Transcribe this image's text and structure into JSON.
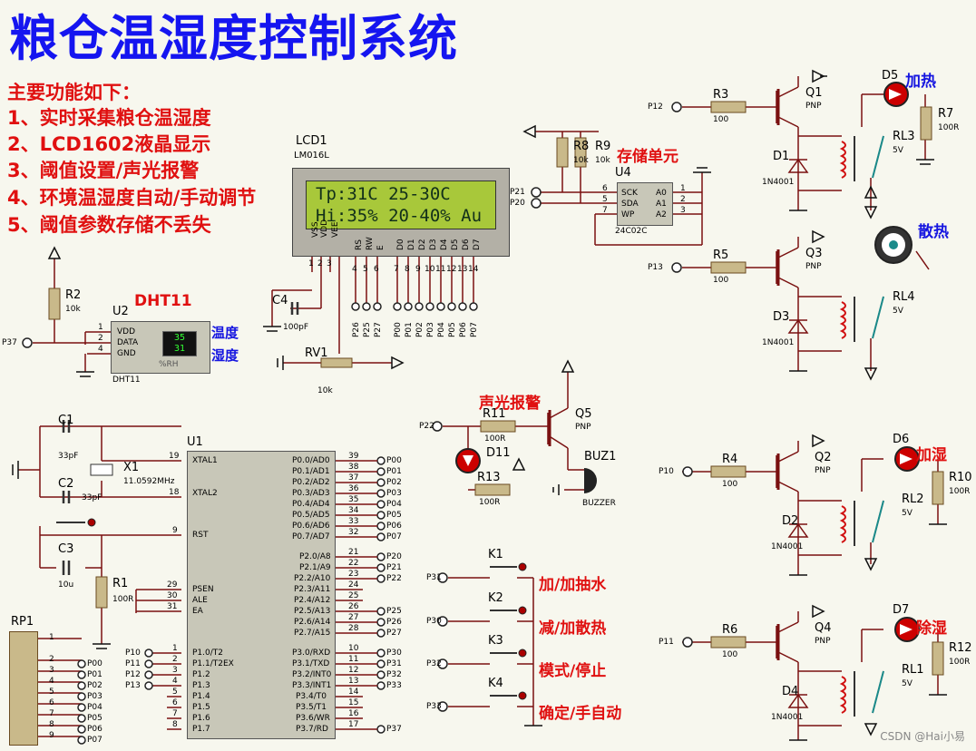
{
  "title": "粮仓温湿度控制系统",
  "features_heading": "主要功能如下：",
  "features": [
    "1、实时采集粮仓温湿度",
    "2、LCD1602液晶显示",
    "3、阈值设置/声光报警",
    "4、环境温湿度自动/手动调节",
    "5、阈值参数存储不丢失"
  ],
  "lcd": {
    "ref": "LCD1",
    "model": "LM016L",
    "line1": "Tp:31C 25-30C",
    "line2": "Hi:35% 20-40% Au",
    "pins": [
      "VSS",
      "VDD",
      "VEE",
      "RS",
      "RW",
      "E",
      "D0",
      "D1",
      "D2",
      "D3",
      "D4",
      "D5",
      "D6",
      "D7"
    ],
    "pin_nums": [
      "1",
      "2",
      "3",
      "4",
      "5",
      "6",
      "7",
      "8",
      "9",
      "10",
      "11",
      "12",
      "13",
      "14"
    ],
    "rs_nets": [
      "P26",
      "P25",
      "P27"
    ],
    "data_nets": [
      "P00",
      "P01",
      "P02",
      "P03",
      "P04",
      "P05",
      "P06",
      "P07"
    ],
    "c4": "C4",
    "c4_val": "100pF",
    "rv1": "RV1",
    "rv1_val": "10k"
  },
  "dht11": {
    "label": "DHT11",
    "ref": "U2",
    "pins": [
      "VDD",
      "DATA",
      "GND"
    ],
    "pin_nums": [
      "1",
      "2",
      "4"
    ],
    "temp": "35",
    "hum": "31",
    "rh": "%RH",
    "name": "DHT11",
    "net": "P37",
    "r2": "R2",
    "r2_val": "10k",
    "temp_label": "温度",
    "hum_label": "湿度"
  },
  "storage": {
    "label": "存储单元",
    "ref": "U4",
    "model": "24C02C",
    "left_pins": [
      "SCK",
      "SDA",
      "WP"
    ],
    "left_nums": [
      "6",
      "5",
      "7"
    ],
    "right_pins": [
      "A0",
      "A1",
      "A2"
    ],
    "right_nums": [
      "1",
      "2",
      "3"
    ],
    "nets": [
      "P21",
      "P20"
    ],
    "r8": "R8",
    "r8_val": "10k",
    "r9": "R9",
    "r9_val": "10k"
  },
  "mcu": {
    "ref": "U1",
    "left_pins": [
      "XTAL1",
      "XTAL2",
      "RST",
      "PSEN",
      "ALE",
      "EA",
      "P1.0/T2",
      "P1.1/T2EX",
      "P1.2",
      "P1.3",
      "P1.4",
      "P1.5",
      "P1.6",
      "P1.7"
    ],
    "left_nums": [
      "19",
      "18",
      "9",
      "29",
      "30",
      "31",
      "1",
      "2",
      "3",
      "4",
      "5",
      "6",
      "7",
      "8"
    ],
    "right_pins": [
      "P0.0/AD0",
      "P0.1/AD1",
      "P0.2/AD2",
      "P0.3/AD3",
      "P0.4/AD4",
      "P0.5/AD5",
      "P0.6/AD6",
      "P0.7/AD7",
      "P2.0/A8",
      "P2.1/A9",
      "P2.2/A10",
      "P2.3/A11",
      "P2.4/A12",
      "P2.5/A13",
      "P2.6/A14",
      "P2.7/A15",
      "P3.0/RXD",
      "P3.1/TXD",
      "P3.2/INT0",
      "P3.3/INT1",
      "P3.4/T0",
      "P3.5/T1",
      "P3.6/WR",
      "P3.7/RD"
    ],
    "right_nums": [
      "39",
      "38",
      "37",
      "36",
      "35",
      "34",
      "33",
      "32",
      "21",
      "22",
      "23",
      "24",
      "25",
      "26",
      "27",
      "28",
      "10",
      "11",
      "12",
      "13",
      "14",
      "15",
      "16",
      "17"
    ],
    "right_nets": [
      "P00",
      "P01",
      "P02",
      "P03",
      "P04",
      "P05",
      "P06",
      "P07",
      "P20",
      "P21",
      "P22",
      "",
      "P25",
      "P26",
      "P27",
      "",
      "P30",
      "P31",
      "P32",
      "P33",
      "",
      "",
      "",
      "P37"
    ],
    "left_nets": [
      "P10",
      "P11",
      "P12",
      "P13"
    ]
  },
  "clock": {
    "c1": "C1",
    "c1_val": "33pF",
    "c2": "C2",
    "c2_val": "33pF",
    "x1": "X1",
    "x1_val": "11.0592MHz",
    "c3": "C3",
    "c3_val": "10u",
    "r1": "R1",
    "r1_val": "100R"
  },
  "rp1": {
    "ref": "RP1",
    "pin_nums": [
      "1",
      "2",
      "3",
      "4",
      "5",
      "6",
      "7",
      "8",
      "9"
    ],
    "nets": [
      "P00",
      "P01",
      "P02",
      "P03",
      "P04",
      "P05",
      "P06",
      "P07"
    ]
  },
  "alarm": {
    "label": "声光报警",
    "net": "P22",
    "r11": "R11",
    "r11_val": "100R",
    "r13": "R13",
    "r13_val": "100R",
    "d11": "D11",
    "q5": "Q5",
    "q5_type": "PNP",
    "buz": "BUZ1",
    "buz_model": "BUZZER"
  },
  "keys": [
    {
      "ref": "K1",
      "net": "P31",
      "label": "加/加抽水"
    },
    {
      "ref": "K2",
      "net": "P30",
      "label": "减/加散热"
    },
    {
      "ref": "K3",
      "net": "P32",
      "label": "模式/停止"
    },
    {
      "ref": "K4",
      "net": "P33",
      "label": "确定/手自动"
    }
  ],
  "drivers": [
    {
      "net": "P12",
      "r": "R3",
      "r_val": "100",
      "q": "Q1",
      "d": "D1",
      "d_model": "1N4001",
      "led": "D5",
      "led_label": "加热",
      "rl": "RL3",
      "rl_v": "5V",
      "rl_r": "R7",
      "rl_r_val": "100R"
    },
    {
      "net": "P13",
      "r": "R5",
      "r_val": "100",
      "q": "Q3",
      "d": "D3",
      "d_model": "1N4001",
      "led": "",
      "led_label": "散热",
      "rl": "RL4",
      "rl_v": "5V",
      "rl_r": "",
      "rl_r_val": ""
    },
    {
      "net": "P10",
      "r": "R4",
      "r_val": "100",
      "q": "Q2",
      "d": "D2",
      "d_model": "1N4001",
      "led": "D6",
      "led_label": "加湿",
      "rl": "RL2",
      "rl_v": "5V",
      "rl_r": "R10",
      "rl_r_val": "100R"
    },
    {
      "net": "P11",
      "r": "R6",
      "r_val": "100",
      "q": "Q4",
      "d": "D4",
      "d_model": "1N4001",
      "led": "D7",
      "led_label": "除湿",
      "rl": "RL1",
      "rl_v": "5V",
      "rl_r": "R12",
      "rl_r_val": "100R"
    }
  ],
  "pnp": "PNP",
  "watermark": "CSDN @Hai小易"
}
